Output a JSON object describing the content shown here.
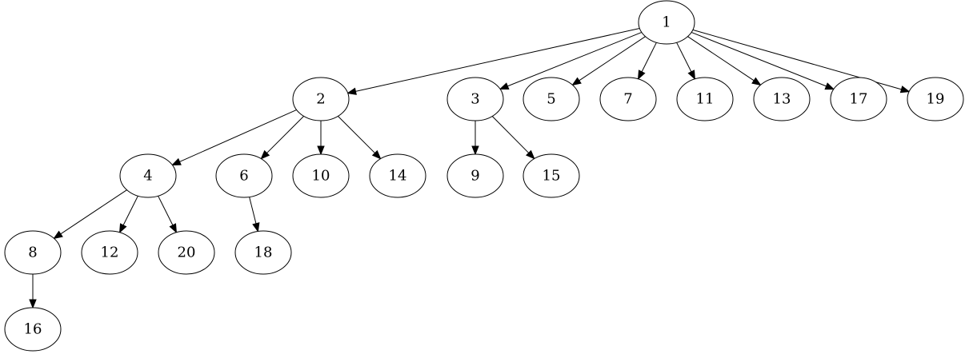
{
  "graph": {
    "nodes": [
      {
        "id": "1",
        "label": "1"
      },
      {
        "id": "2",
        "label": "2"
      },
      {
        "id": "3",
        "label": "3"
      },
      {
        "id": "5",
        "label": "5"
      },
      {
        "id": "7",
        "label": "7"
      },
      {
        "id": "11",
        "label": "11"
      },
      {
        "id": "13",
        "label": "13"
      },
      {
        "id": "17",
        "label": "17"
      },
      {
        "id": "19",
        "label": "19"
      },
      {
        "id": "4",
        "label": "4"
      },
      {
        "id": "6",
        "label": "6"
      },
      {
        "id": "10",
        "label": "10"
      },
      {
        "id": "14",
        "label": "14"
      },
      {
        "id": "9",
        "label": "9"
      },
      {
        "id": "15",
        "label": "15"
      },
      {
        "id": "8",
        "label": "8"
      },
      {
        "id": "12",
        "label": "12"
      },
      {
        "id": "20",
        "label": "20"
      },
      {
        "id": "18",
        "label": "18"
      },
      {
        "id": "16",
        "label": "16"
      }
    ],
    "edges": [
      {
        "from": "1",
        "to": "2"
      },
      {
        "from": "1",
        "to": "3"
      },
      {
        "from": "1",
        "to": "5"
      },
      {
        "from": "1",
        "to": "7"
      },
      {
        "from": "1",
        "to": "11"
      },
      {
        "from": "1",
        "to": "13"
      },
      {
        "from": "1",
        "to": "17"
      },
      {
        "from": "1",
        "to": "19"
      },
      {
        "from": "2",
        "to": "4"
      },
      {
        "from": "2",
        "to": "6"
      },
      {
        "from": "2",
        "to": "10"
      },
      {
        "from": "2",
        "to": "14"
      },
      {
        "from": "3",
        "to": "9"
      },
      {
        "from": "3",
        "to": "15"
      },
      {
        "from": "4",
        "to": "8"
      },
      {
        "from": "4",
        "to": "12"
      },
      {
        "from": "4",
        "to": "20"
      },
      {
        "from": "6",
        "to": "18"
      },
      {
        "from": "8",
        "to": "16"
      }
    ]
  }
}
